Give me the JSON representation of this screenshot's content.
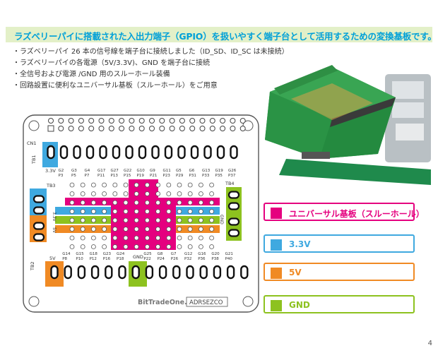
{
  "header": {
    "title": "ラズベリーパイに搭載された入出力端子（GPIO）を扱いやすく端子台として活用するための変換基板です。"
  },
  "bullets": [
    "・ラズベリーパイ 26 本の信号線を端子台に接続しました（ID_SD、ID_SC は未接続）",
    "・ラズベリーパイの各電源（5V/3.3V)、GND を端子台に接続",
    "・全信号および電源 /GND 用のスルーホール装備",
    "・回路設置に便利なユニバーサル基板（スルーホール）をご用意"
  ],
  "board": {
    "labels": {
      "cn1": "CN1",
      "tb1": "TB1",
      "tb2": "TB2",
      "tb3": "TB3",
      "tb4": "TB4",
      "v33": "3.3V",
      "v5": "5V",
      "gnd": "GND",
      "brand": "BitTradeOne.",
      "model": "ADRSEZCO"
    },
    "top_pins": [
      "G2",
      "G3",
      "G4",
      "G17",
      "G27",
      "G22",
      "G10",
      "G9",
      "G11",
      "G5",
      "G6",
      "G13",
      "G19",
      "G26"
    ],
    "top_pins_sub": [
      "P3",
      "P5",
      "P7",
      "P11",
      "P13",
      "P15",
      "P19",
      "P21",
      "P23",
      "P29",
      "P31",
      "P33",
      "P35",
      "P37"
    ],
    "bottom_pins": [
      "G14",
      "G15",
      "G18",
      "G23",
      "G24",
      "G25",
      "G8",
      "G7",
      "G12",
      "G16",
      "G20",
      "G21"
    ],
    "bottom_pins_sub": [
      "P8",
      "P10",
      "P12",
      "P16",
      "P18",
      "P22",
      "P24",
      "P26",
      "P32",
      "P36",
      "P38",
      "P40"
    ]
  },
  "legend": [
    {
      "label": "ユニバーサル基板（スルーホール）",
      "color": "#e5007f"
    },
    {
      "label": "3.3V",
      "color": "#3fa9e0"
    },
    {
      "label": "5V",
      "color": "#f08a24"
    },
    {
      "label": "GND",
      "color": "#8dc21f"
    }
  ],
  "page_number": "4"
}
